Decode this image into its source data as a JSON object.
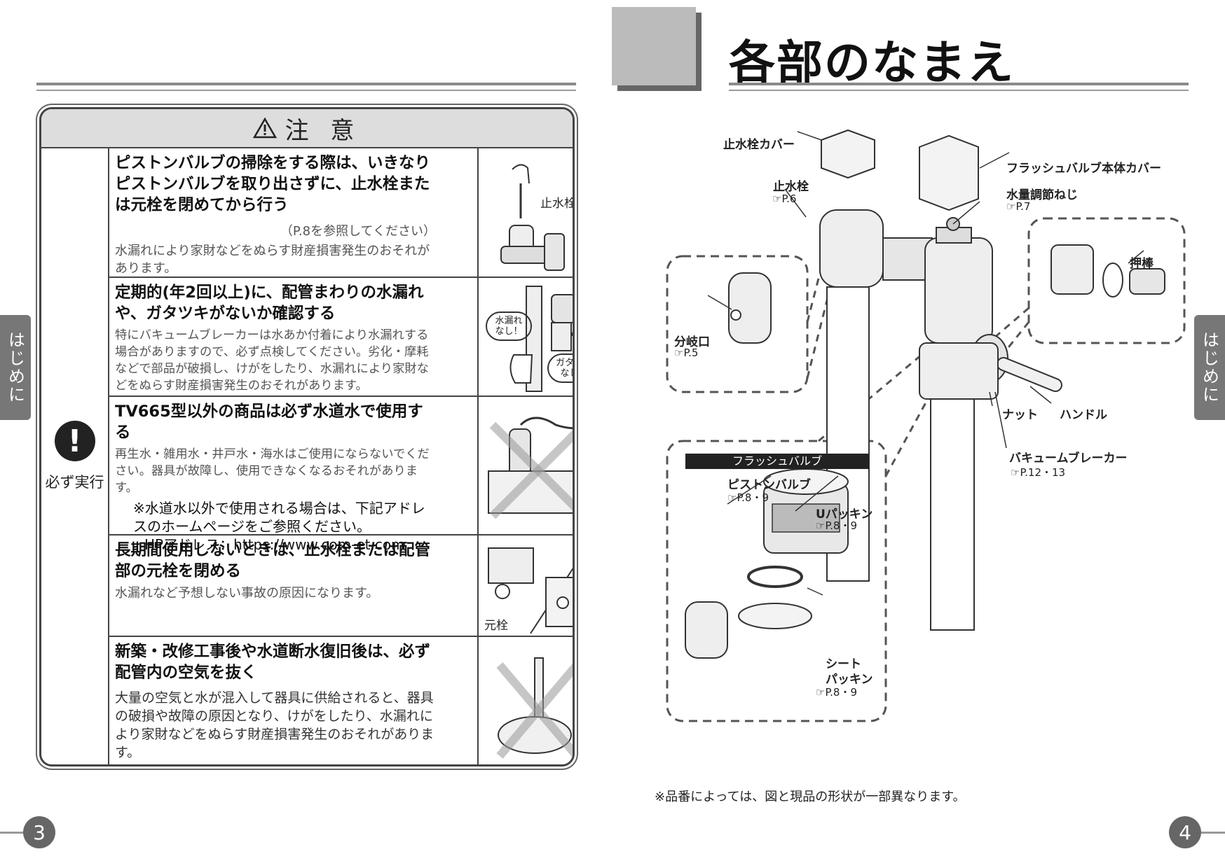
{
  "left_page": {
    "tab_label": "はじめに",
    "page_number": "3",
    "caution": {
      "title": "注 意",
      "side_label": "必ず実行",
      "items": [
        {
          "heading": "ピストンバルブの掃除をする際は、いきなりピストンバルブを取り出さずに、止水栓または元栓を閉めてから行う",
          "ref": "（P.8を参照してください）",
          "body": "水漏れにより家財などをぬらす財産損害発生のおそれがあります。",
          "illustration_labels": [
            "止水栓"
          ]
        },
        {
          "heading": "定期的(年2回以上)に、配管まわりの水漏れや、ガタツキがないか確認する",
          "body": "特にバキュームブレーカーは水あか付着により水漏れする場合がありますので、必ず点検してください。劣化・摩耗などで部品が破損し、けがをしたり、水漏れにより家財などをぬらす財産損害発生のおそれがあります。",
          "illustration_labels": [
            "水漏れなし！",
            "ガタツキなし！"
          ]
        },
        {
          "heading": "TV665型以外の商品は必ず水道水で使用する",
          "body": "再生水・雑用水・井戸水・海水はご使用にならないでください。器具が故障し、使用できなくなるおそれがあります。",
          "note1": "※水道水以外で使用される場合は、下記アドレスのホームページをご参照ください。",
          "note2": "HPアドレス：https://www.com-et.com"
        },
        {
          "heading": "長期間使用しないときは、止水栓または配管部の元栓を閉める",
          "body": "水漏れなど予想しない事故の原因になります。",
          "illustration_labels": [
            "元栓",
            "元栓"
          ]
        },
        {
          "heading": "新築・改修工事後や水道断水復旧後は、必ず配管内の空気を抜く",
          "body": "大量の空気と水が混入して器具に供給されると、器具の破損や故障の原因となり、けがをしたり、水漏れにより家財などをぬらす財産損害発生のおそれがあります。"
        }
      ]
    }
  },
  "right_page": {
    "title": "各部のなまえ",
    "tab_label": "はじめに",
    "page_number": "4",
    "footnote": "※品番によっては、図と現品の形状が一部異なります。",
    "parts": {
      "stop_valve_cover": "止水栓カバー",
      "stop_valve": "止水栓",
      "stop_valve_ref": "P.6",
      "body_cover": "フラッシュバルブ本体カバー",
      "water_adjust": "水量調節ねじ",
      "water_adjust_ref": "P.7",
      "push_rod": "押棒",
      "branch_port": "分岐口",
      "branch_port_ref": "P.5",
      "nut": "ナット",
      "handle": "ハンドル",
      "vacuum_breaker": "バキュームブレーカー",
      "vacuum_breaker_ref": "P.12・13",
      "flush_valve_box": "フラッシュバルブ",
      "piston_valve": "ピストンバルブ",
      "piston_valve_ref": "P.8・9",
      "u_packing": "Uパッキン",
      "u_packing_ref": "P.8・9",
      "seat_packing_1": "シート",
      "seat_packing_2": "パッキン",
      "seat_packing_ref": "P.8・9"
    }
  }
}
